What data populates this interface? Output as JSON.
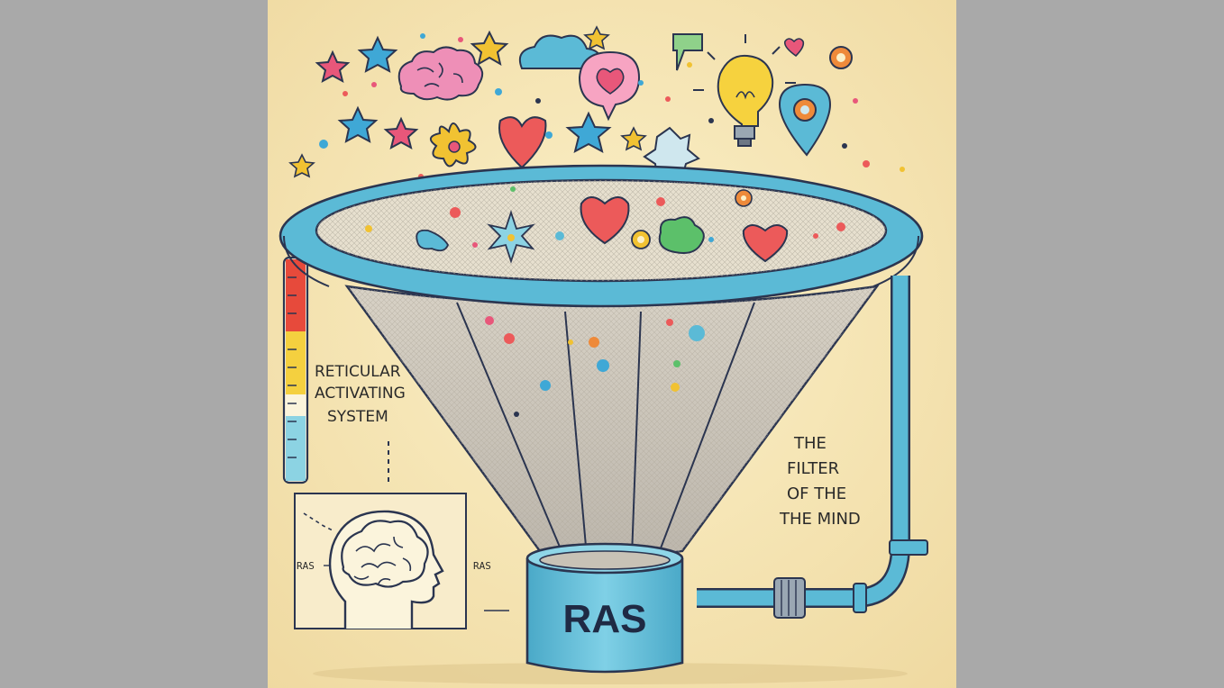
{
  "illustration": {
    "left_label_lines": [
      "RETICULAR",
      "ACTIVATING",
      "SYSTEM"
    ],
    "right_label_lines": [
      "THE",
      "FILTER",
      "OF THE",
      "THE MIND"
    ],
    "funnel_base_label": "RAS",
    "brain_panel_left_label": "RAS",
    "brain_panel_right_label": "RAS",
    "icons": [
      "star-icon",
      "brain-icon",
      "cloud-icon",
      "heart-icon",
      "speech-bubble-icon",
      "lightbulb-icon",
      "location-pin-icon",
      "flower-icon",
      "gear-icon"
    ]
  },
  "colors": {
    "panel_background": "#f6e6b6",
    "side_background": "#a9a9a9",
    "funnel_blue": "#5bbad6",
    "outline": "#2b3550",
    "mesh": "#cfc8bb",
    "star_pink": "#e8577a",
    "star_blue": "#3fa8d6",
    "star_yellow": "#f1c232",
    "heart_red": "#ec5a5a",
    "shape_green": "#5cc06a",
    "gauge_red": "#e74a3b",
    "gauge_yellow": "#f4d03f",
    "gauge_blue": "#8cd3e3"
  }
}
